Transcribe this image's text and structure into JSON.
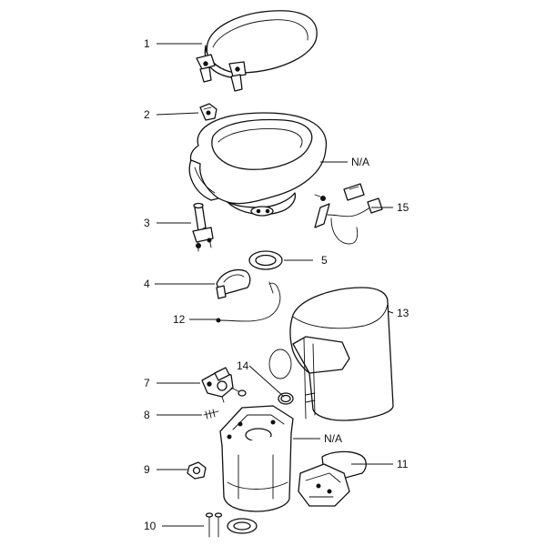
{
  "callouts": {
    "c1": "1",
    "c2": "2",
    "c3": "3",
    "c4": "4",
    "c5": "5",
    "c7": "7",
    "c8": "8",
    "c9": "9",
    "c10": "10",
    "c11": "11",
    "c12": "12",
    "c13": "13",
    "c14": "14",
    "c15": "15",
    "na_bowl": "N/A",
    "na_base": "N/A"
  }
}
